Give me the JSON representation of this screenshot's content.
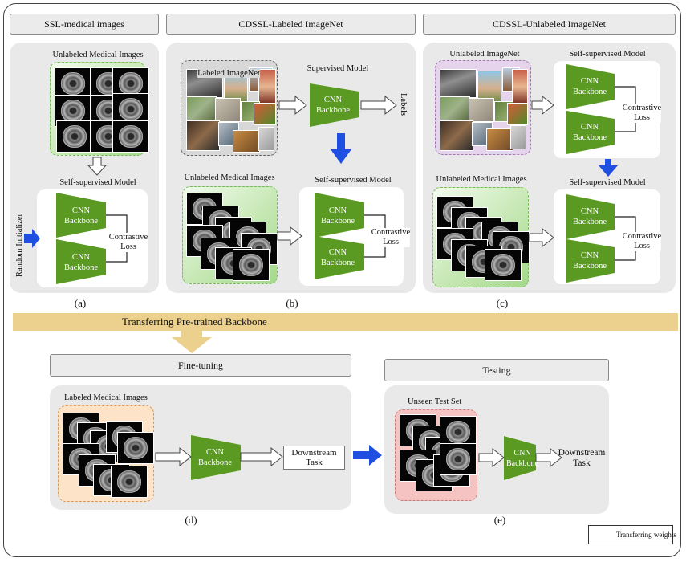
{
  "headers": {
    "ssl": "SSL-medical images",
    "cdssl_labeled": "CDSSL-Labeled ImageNet",
    "cdssl_unlabeled": "CDSSL-Unlabeled ImageNet",
    "finetuning": "Fine-tuning",
    "testing": "Testing"
  },
  "panel_a": {
    "images_label": "Unlabeled Medical Images",
    "model_label": "Self-supervised Model",
    "random_init": "Random Initializer",
    "cnn": "CNN\nBackbone",
    "loss": "Contrastive\nLoss",
    "caption": "(a)"
  },
  "panel_b": {
    "imagenet_label": "Labeled ImageNet",
    "sup_model_label": "Supervised Model",
    "labels": "Labels",
    "med_label": "Unlabeled Medical Images",
    "ssl_model_label": "Self-supervised Model",
    "cnn": "CNN\nBackbone",
    "loss": "Contrastive\nLoss",
    "caption": "(b)"
  },
  "panel_c": {
    "imagenet_label": "Unlabeled ImageNet",
    "ssl_model_top": "Self-supervised Model",
    "med_label": "Unlabeled Medical Images",
    "ssl_model_bottom": "Self-supervised Model",
    "cnn": "CNN\nBackbone",
    "loss": "Contrastive\nLoss",
    "caption": "(c)"
  },
  "transfer": {
    "label": "Transferring Pre-trained Backbone"
  },
  "panel_d": {
    "images_label": "Labeled Medical Images",
    "cnn": "CNN\nBackbone",
    "task": "Downstream\nTask",
    "caption": "(d)"
  },
  "panel_e": {
    "images_label": "Unseen Test Set",
    "cnn": "CNN\nBackbone",
    "task": "Downstream\nTask",
    "caption": "(e)"
  },
  "legend": {
    "label": "Transferring weights"
  },
  "colors": {
    "cnn_green": "#5a9a23",
    "arrow_blue": "#1f4fe0",
    "panel_gray": "#e9e9e9",
    "band_gold": "#ecd08e"
  }
}
